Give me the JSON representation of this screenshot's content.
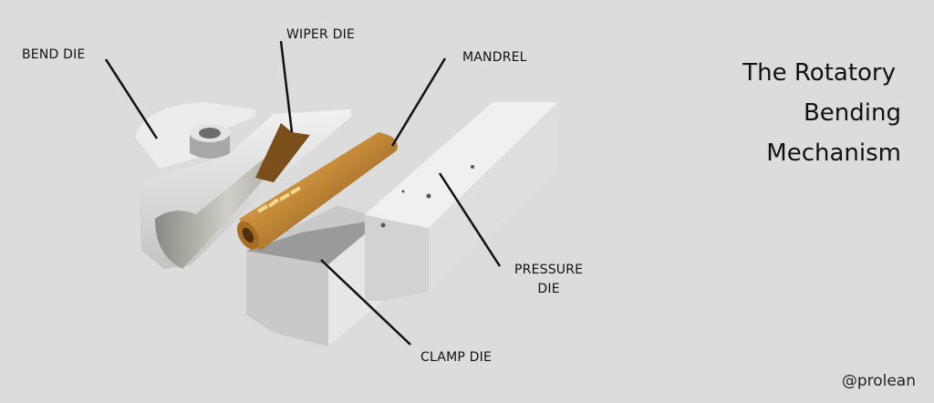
{
  "title": {
    "line1": "The Rotatory",
    "line2": "Bending",
    "line3": "Mechanism"
  },
  "labels": {
    "bend_die": "BEND DIE",
    "wiper_die": "WIPER DIE",
    "mandrel": "MANDREL",
    "pressure_die_1": "PRESSURE",
    "pressure_die_2": "DIE",
    "clamp_die": "CLAMP DIE"
  },
  "handle": "@prolean",
  "colors": {
    "background": "#dcdcdc",
    "steel": "#d8d8d8",
    "brass": "#b8792a"
  }
}
